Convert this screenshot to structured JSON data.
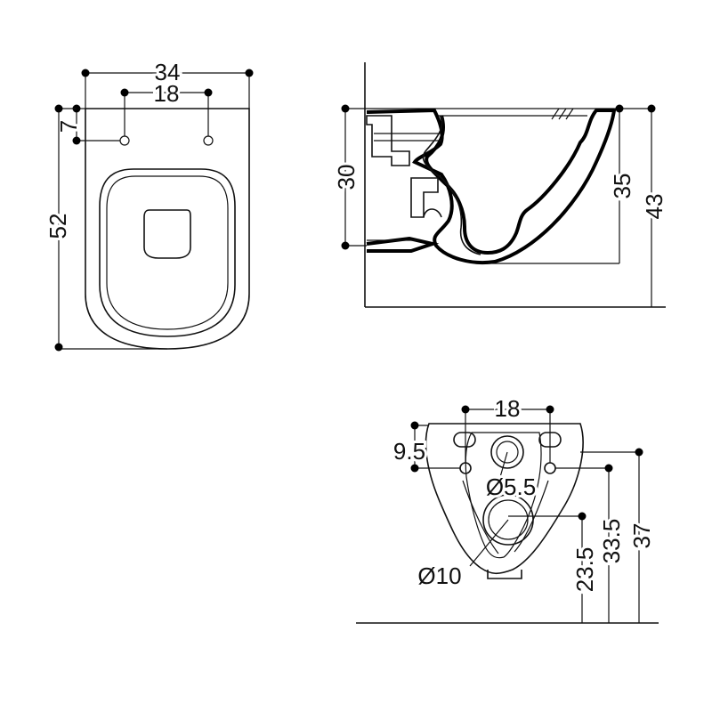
{
  "top_view": {
    "dim_width": "34",
    "dim_hole_spacing": "18",
    "dim_hole_offset": "7",
    "dim_length": "52"
  },
  "side_view": {
    "dim_inlet_height": "30",
    "dim_outlet_height": "35",
    "dim_total_height": "43"
  },
  "back_view": {
    "dim_hole_spacing": "18",
    "dim_hole_height": "9.5",
    "dim_inlet_diameter": "Ø5.5",
    "dim_outlet_diameter": "Ø10",
    "dim_outlet_center_height": "23.5",
    "dim_inlet_center_height": "33.5",
    "dim_top_height": "37"
  },
  "colors": {
    "line": "#111111",
    "background": "#ffffff"
  }
}
